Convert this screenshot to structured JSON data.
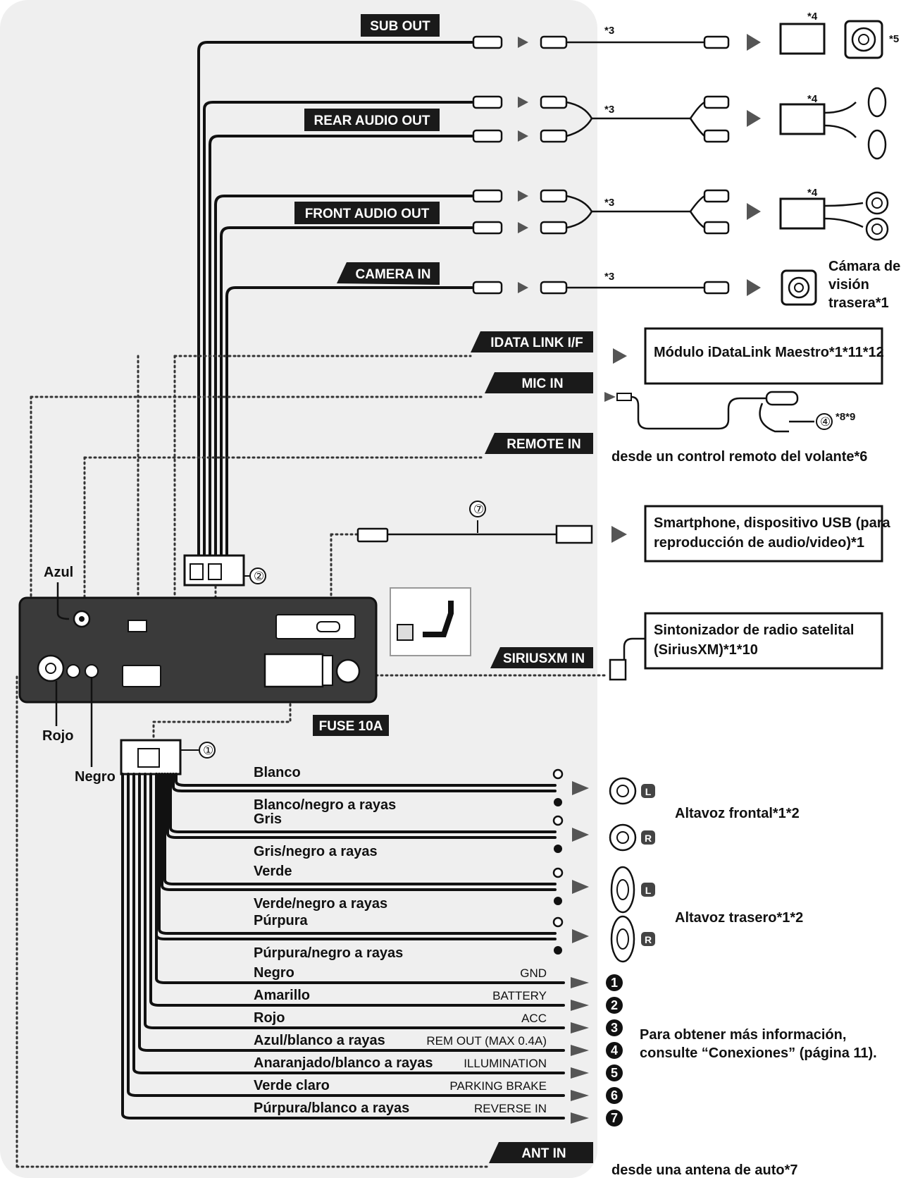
{
  "outputs": {
    "sub_out": "SUB OUT",
    "rear_audio_out": "REAR AUDIO OUT",
    "front_audio_out": "FRONT AUDIO OUT",
    "camera_in": "CAMERA IN",
    "idata_link": "IDATA LINK I/F",
    "mic_in": "MIC IN",
    "remote_in": "REMOTE IN",
    "siriusxm_in": "SIRIUSXM IN",
    "ant_in": "ANT IN",
    "fuse": "FUSE 10A"
  },
  "notes": {
    "n3": "*3",
    "n4": "*4",
    "n5": "*5"
  },
  "devices": {
    "camera_line1": "Cámara de",
    "camera_line2": "visión",
    "camera_line3": "trasera*1",
    "idatalink_module": "Módulo iDataLink Maestro*1*11*12",
    "mic_note": "*8*9",
    "remote_text": "desde un control remoto del volante*6",
    "smartphone_line1": "Smartphone, dispositivo USB (para",
    "smartphone_line2": "reproducción de audio/video)*1",
    "sirius_line1": "Sintonizador de radio satelital",
    "sirius_line2": "(SiriusXM)*1*10",
    "antenna_text": "desde una antena de auto*7"
  },
  "unit_labels": {
    "azul": "Azul",
    "rojo": "Rojo",
    "negro": "Negro"
  },
  "callouts": [
    "①",
    "②",
    "④",
    "⑦"
  ],
  "wires": [
    {
      "color": "Blanco",
      "y_label": "Blanco"
    },
    {
      "color": "Blanco/negro a rayas"
    },
    {
      "color": "Gris"
    },
    {
      "color": "Gris/negro a rayas"
    },
    {
      "color": "Verde"
    },
    {
      "color": "Verde/negro a rayas"
    },
    {
      "color": "Púrpura"
    },
    {
      "color": "Púrpura/negro a rayas"
    }
  ],
  "power_wires": [
    {
      "color": "Negro",
      "function": "GND",
      "num": "1"
    },
    {
      "color": "Amarillo",
      "function": "BATTERY",
      "num": "2"
    },
    {
      "color": "Rojo",
      "function": "ACC",
      "num": "3"
    },
    {
      "color": "Azul/blanco a rayas",
      "function": "REM OUT (MAX 0.4A)",
      "num": "4"
    },
    {
      "color": "Anaranjado/blanco a rayas",
      "function": "ILLUMINATION",
      "num": "5"
    },
    {
      "color": "Verde claro",
      "function": "PARKING BRAKE",
      "num": "6"
    },
    {
      "color": "Púrpura/blanco a rayas",
      "function": "REVERSE IN",
      "num": "7"
    }
  ],
  "speakers": {
    "front": "Altavoz frontal*1*2",
    "rear": "Altavoz trasero*1*2",
    "L": "L",
    "R": "R"
  },
  "info_line1": "Para obtener más información,",
  "info_line2": "consulte “Conexiones” (página 11)."
}
